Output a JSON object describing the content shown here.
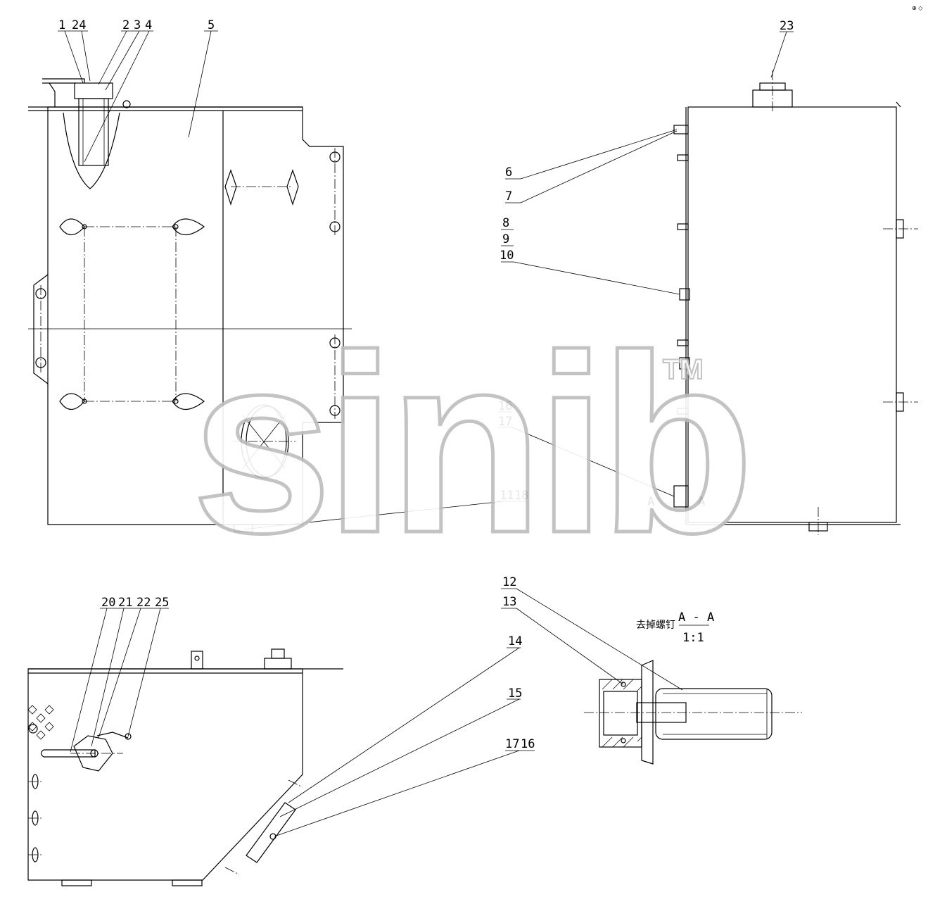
{
  "drawing": {
    "front_view_labels": [
      "1",
      "24",
      "2",
      "3",
      "4",
      "5",
      "11",
      "18"
    ],
    "side_view_labels": [
      "23",
      "6",
      "7",
      "8",
      "9",
      "10",
      "16",
      "17"
    ],
    "bottom_view_labels": [
      "20",
      "21",
      "22",
      "25",
      "14",
      "15",
      "17",
      "16"
    ],
    "section_labels": [
      "12",
      "13"
    ],
    "section_marker_left": "A",
    "section_marker_right": "A",
    "section_title": "A - A",
    "section_scale": "1:1",
    "section_note": "去掉螺钉",
    "corner_mark": "⊕ ◇"
  },
  "watermark": {
    "text": "sinib",
    "tm": "TM"
  }
}
